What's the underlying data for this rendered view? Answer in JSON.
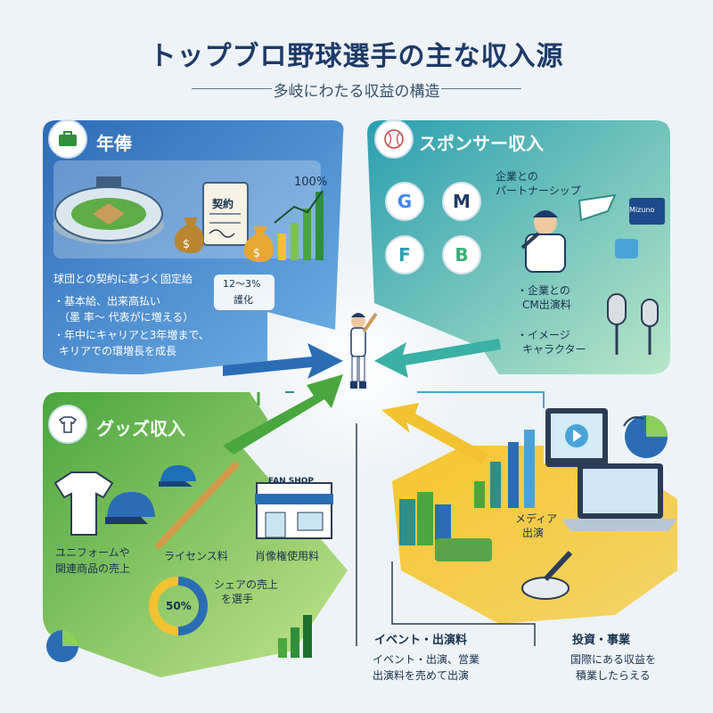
{
  "header": {
    "title": "トップブロ野球選手の主な収入源",
    "subtitle": "多岐にわたる収益の構造"
  },
  "salary": {
    "heading": "年俸",
    "doc_label": "契約",
    "percent_label": "100%",
    "desc": "球団との契約に基づく固定給",
    "bullet1_line1": "・基本給、出来高払い",
    "bullet1_line2": "（墨 率〜 代表がに増える）",
    "bullet2_line1": "・年中にキャリアと3年増まで、",
    "bullet2_line2": "キリアでの環増長を成長",
    "growth_label_line1": "12〜3%",
    "growth_label_line2": "護化"
  },
  "sponsor": {
    "heading": "スポンサー収入",
    "partner_line1": "企業との",
    "partner_line2": "パートナーシップ",
    "cm_line1": "・企業との",
    "cm_line2": "CM出演料",
    "image_line1": "・イメージ",
    "image_line2": "キャラクター",
    "brand_tag": "Mizuno",
    "logos": [
      "G",
      "M",
      "F",
      "B"
    ]
  },
  "goods": {
    "heading": "グッズ収入",
    "uniform_line1": "ユニフォームや",
    "uniform_line2": "関連商品の売上",
    "license_label": "ライセンス料",
    "portrait_label": "肖像権使用料",
    "shop_sign": "FAN SHOP",
    "share_line1": "シェアの売上",
    "share_line2": "を選手",
    "share_percent": "50%"
  },
  "media": {
    "media_line1": "メディア",
    "media_line2": "出演",
    "event_heading": "イベント・出演料",
    "event_line1": "イベント・出演、営業",
    "event_line2": "出演料を売めて出演",
    "invest_heading": "投資・事業",
    "invest_line1": "国際にある収益を",
    "invest_line2": "積業したらえる"
  },
  "colors": {
    "salary": "#2a6db5",
    "sponsor": "#3bb0a5",
    "goods": "#5cb548",
    "media": "#f2c230",
    "title": "#1d3a68"
  }
}
